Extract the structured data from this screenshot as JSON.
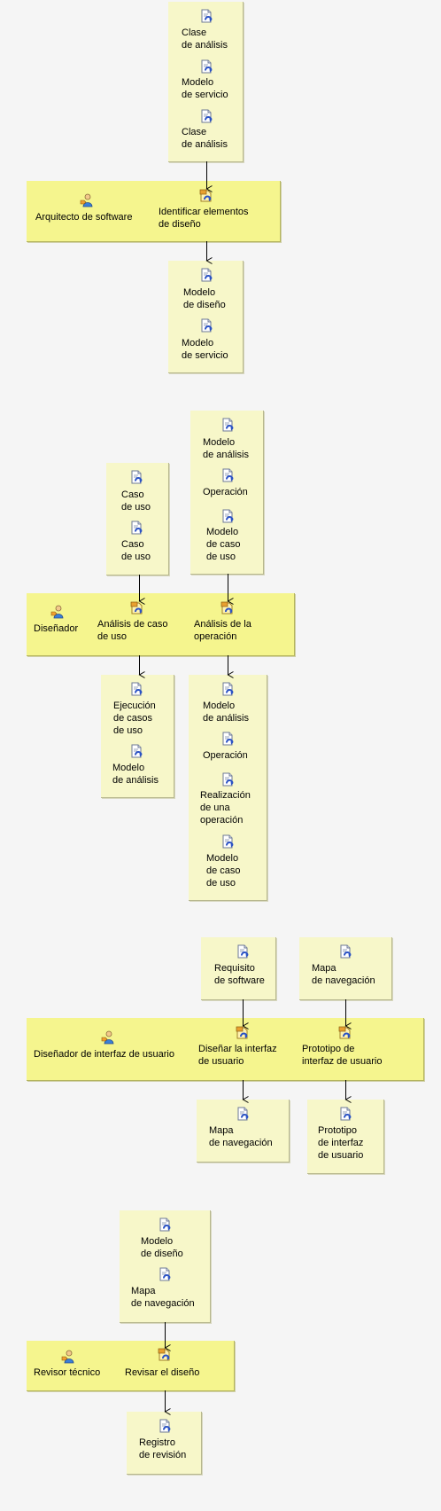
{
  "diagrams": [
    {
      "inputs": [
        "Clase\nde análisis",
        "Modelo\nde servicio",
        "Clase\nde análisis"
      ],
      "role": "Arquitecto de software",
      "task": "Identificar elementos\nde diseño",
      "outputs": [
        "Modelo\nde diseño",
        "Modelo\nde servicio"
      ]
    },
    {
      "role": "Diseñador",
      "tasks": [
        {
          "label": "Análisis de caso\nde uso",
          "inputs": [
            "Caso\nde uso",
            "Caso\nde uso"
          ],
          "outputs": [
            "Ejecución\nde casos\nde uso",
            "Modelo\nde análisis"
          ]
        },
        {
          "label": "Análisis de la\noperación",
          "inputs": [
            "Modelo\nde análisis",
            "Operación",
            "Modelo\nde caso\nde uso"
          ],
          "outputs": [
            "Modelo\nde análisis",
            "Operación",
            "Realización\nde una\noperación",
            "Modelo\nde caso\nde uso"
          ]
        }
      ]
    },
    {
      "role": "Diseñador de interfaz de usuario",
      "tasks": [
        {
          "label": "Diseñar la interfaz\nde usuario",
          "inputs": [
            "Requisito\nde software"
          ],
          "outputs": [
            "Mapa\nde navegación"
          ]
        },
        {
          "label": "Prototipo de\ninterfaz de usuario",
          "inputs": [
            "Mapa\nde navegación"
          ],
          "outputs": [
            "Prototipo\nde interfaz\nde usuario"
          ]
        }
      ]
    },
    {
      "inputs": [
        "Modelo\nde diseño",
        "Mapa\nde navegación"
      ],
      "role": "Revisor técnico",
      "task": "Revisar el diseño",
      "outputs": [
        "Registro\nde revisión"
      ]
    }
  ],
  "icons": {
    "artifact": "document-artifact-icon",
    "role": "role-person-icon",
    "task": "task-gear-icon"
  }
}
